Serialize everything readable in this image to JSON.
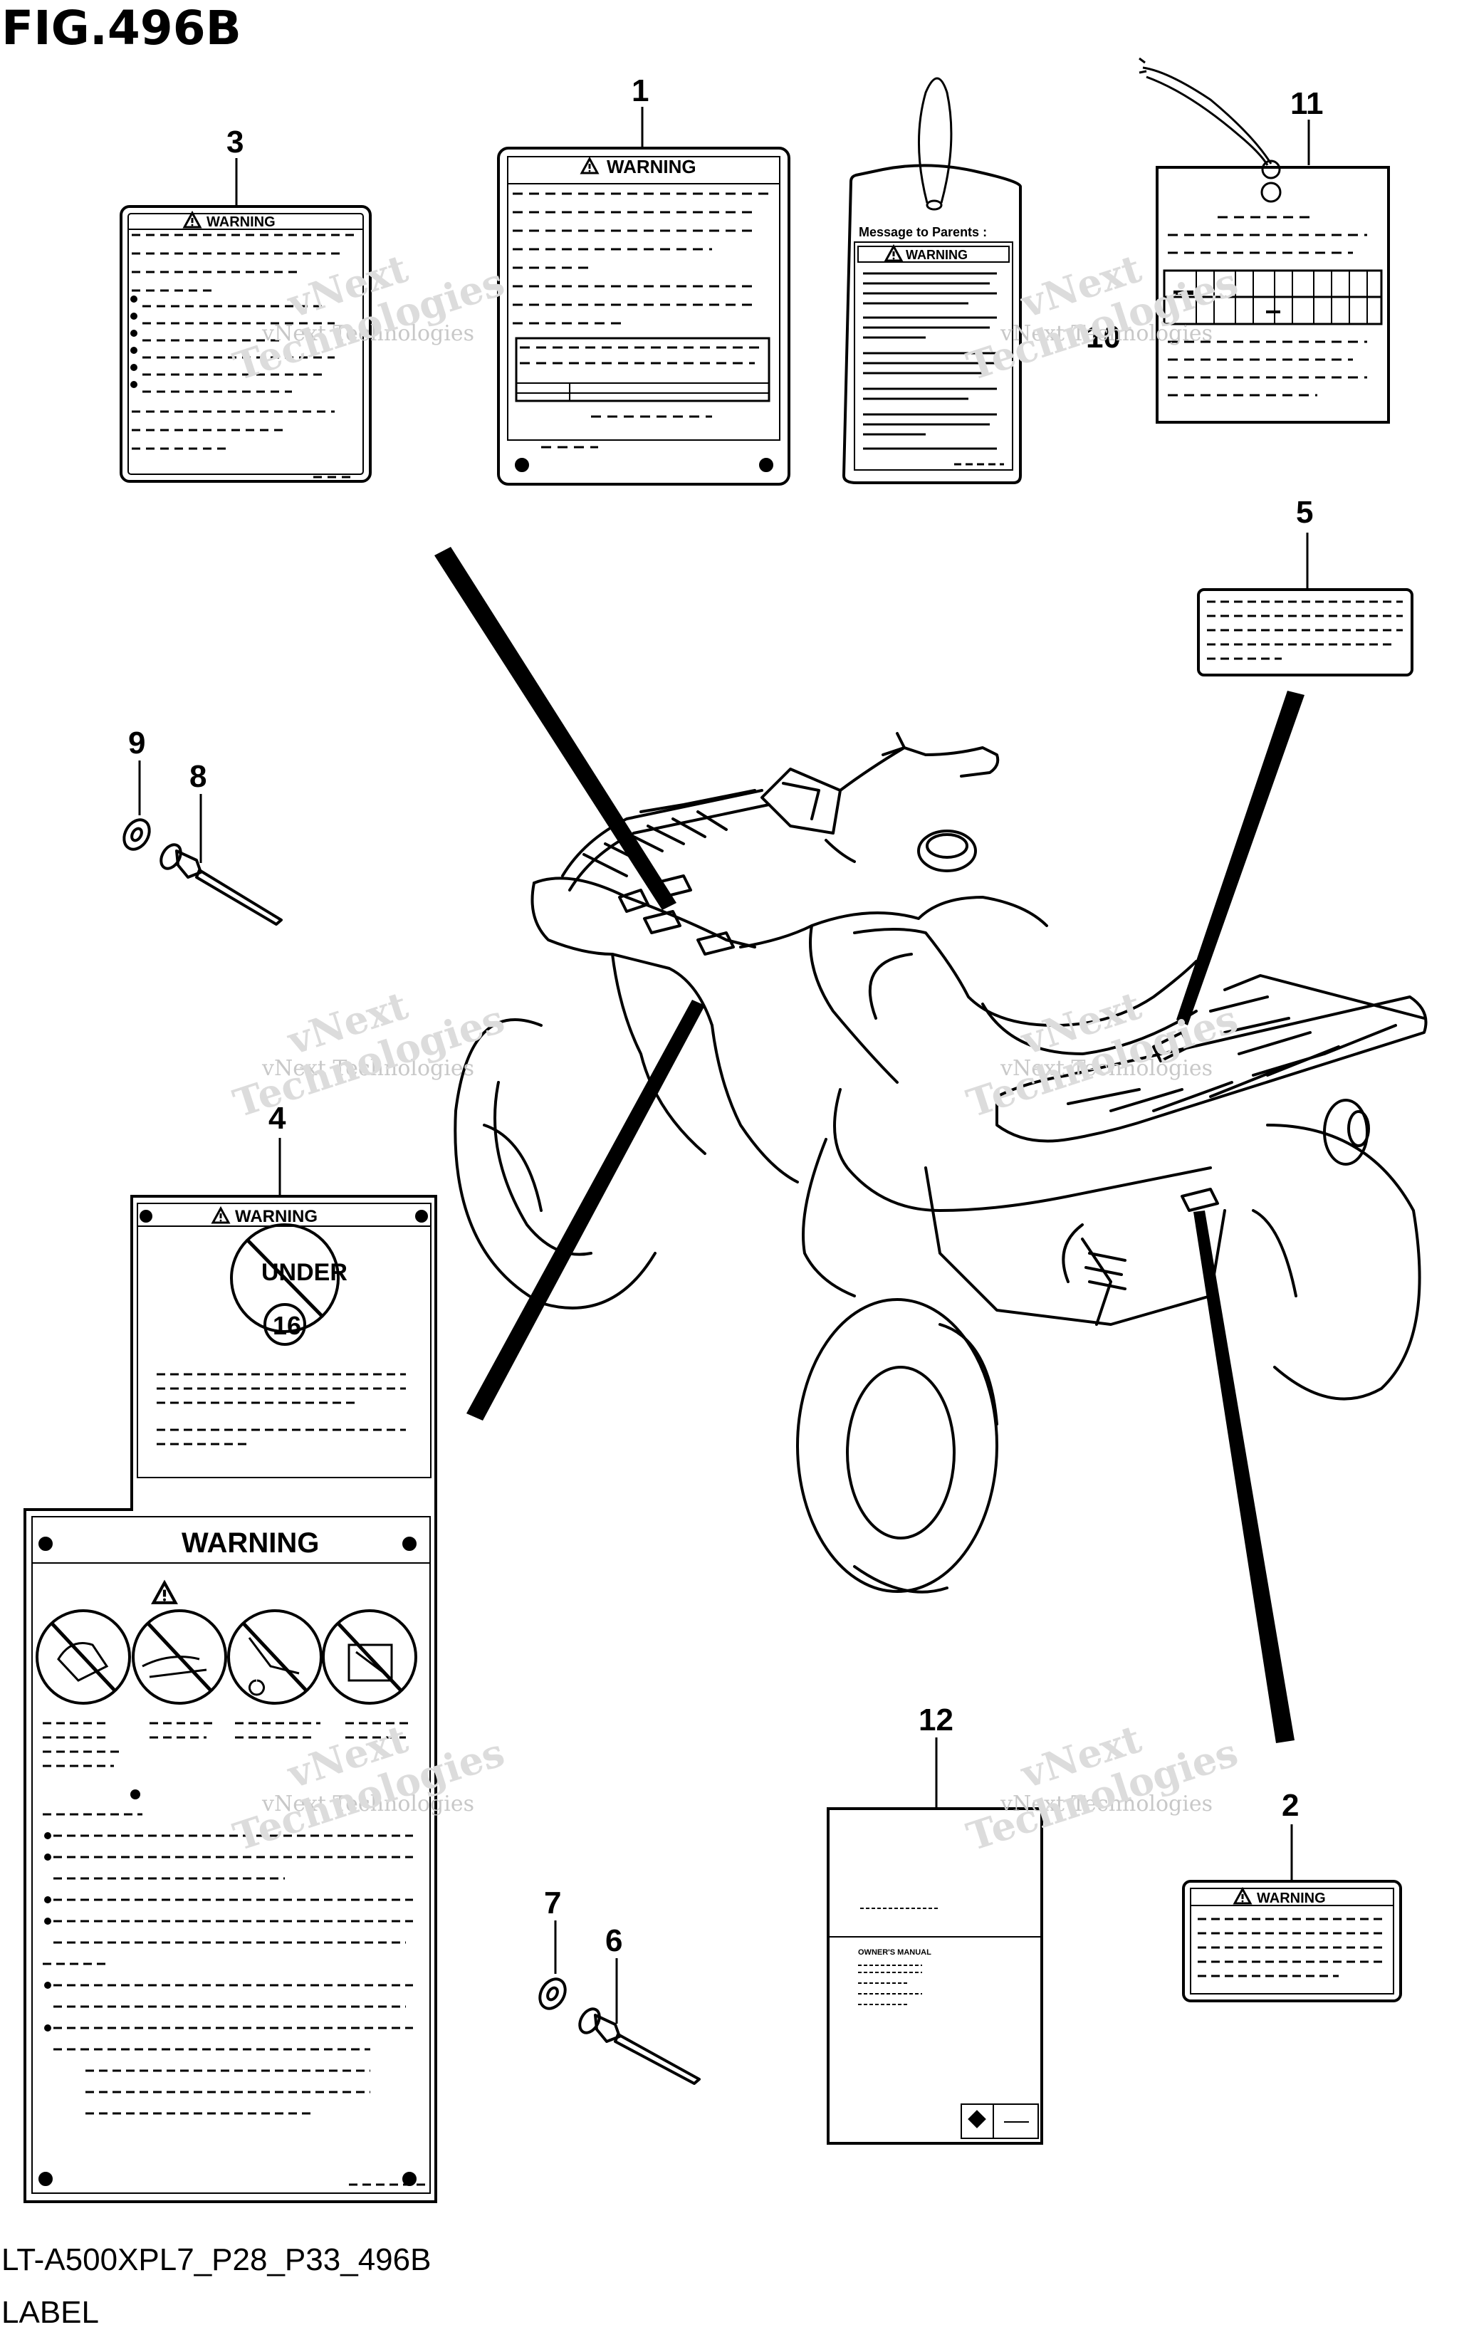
{
  "figure": {
    "title": "FIG.496B",
    "code": "LT-A500XPL7_P28_P33_496B",
    "caption": "LABEL"
  },
  "callouts": [
    "1",
    "2",
    "3",
    "4",
    "5",
    "6",
    "7",
    "8",
    "9",
    "10",
    "11",
    "12"
  ],
  "labels": {
    "warning": "WARNING",
    "parents_message": "Message to Parents :",
    "under_age_top": "UNDER",
    "under_age_num": "16",
    "manual_title": "OWNER'S MANUAL"
  },
  "watermark": {
    "line1": "vNext Technologies",
    "line2a": "vNext",
    "line2b": "Technologies"
  },
  "colors": {
    "ink": "#000000",
    "paper": "#ffffff",
    "watermark": "#c8c8c8"
  }
}
